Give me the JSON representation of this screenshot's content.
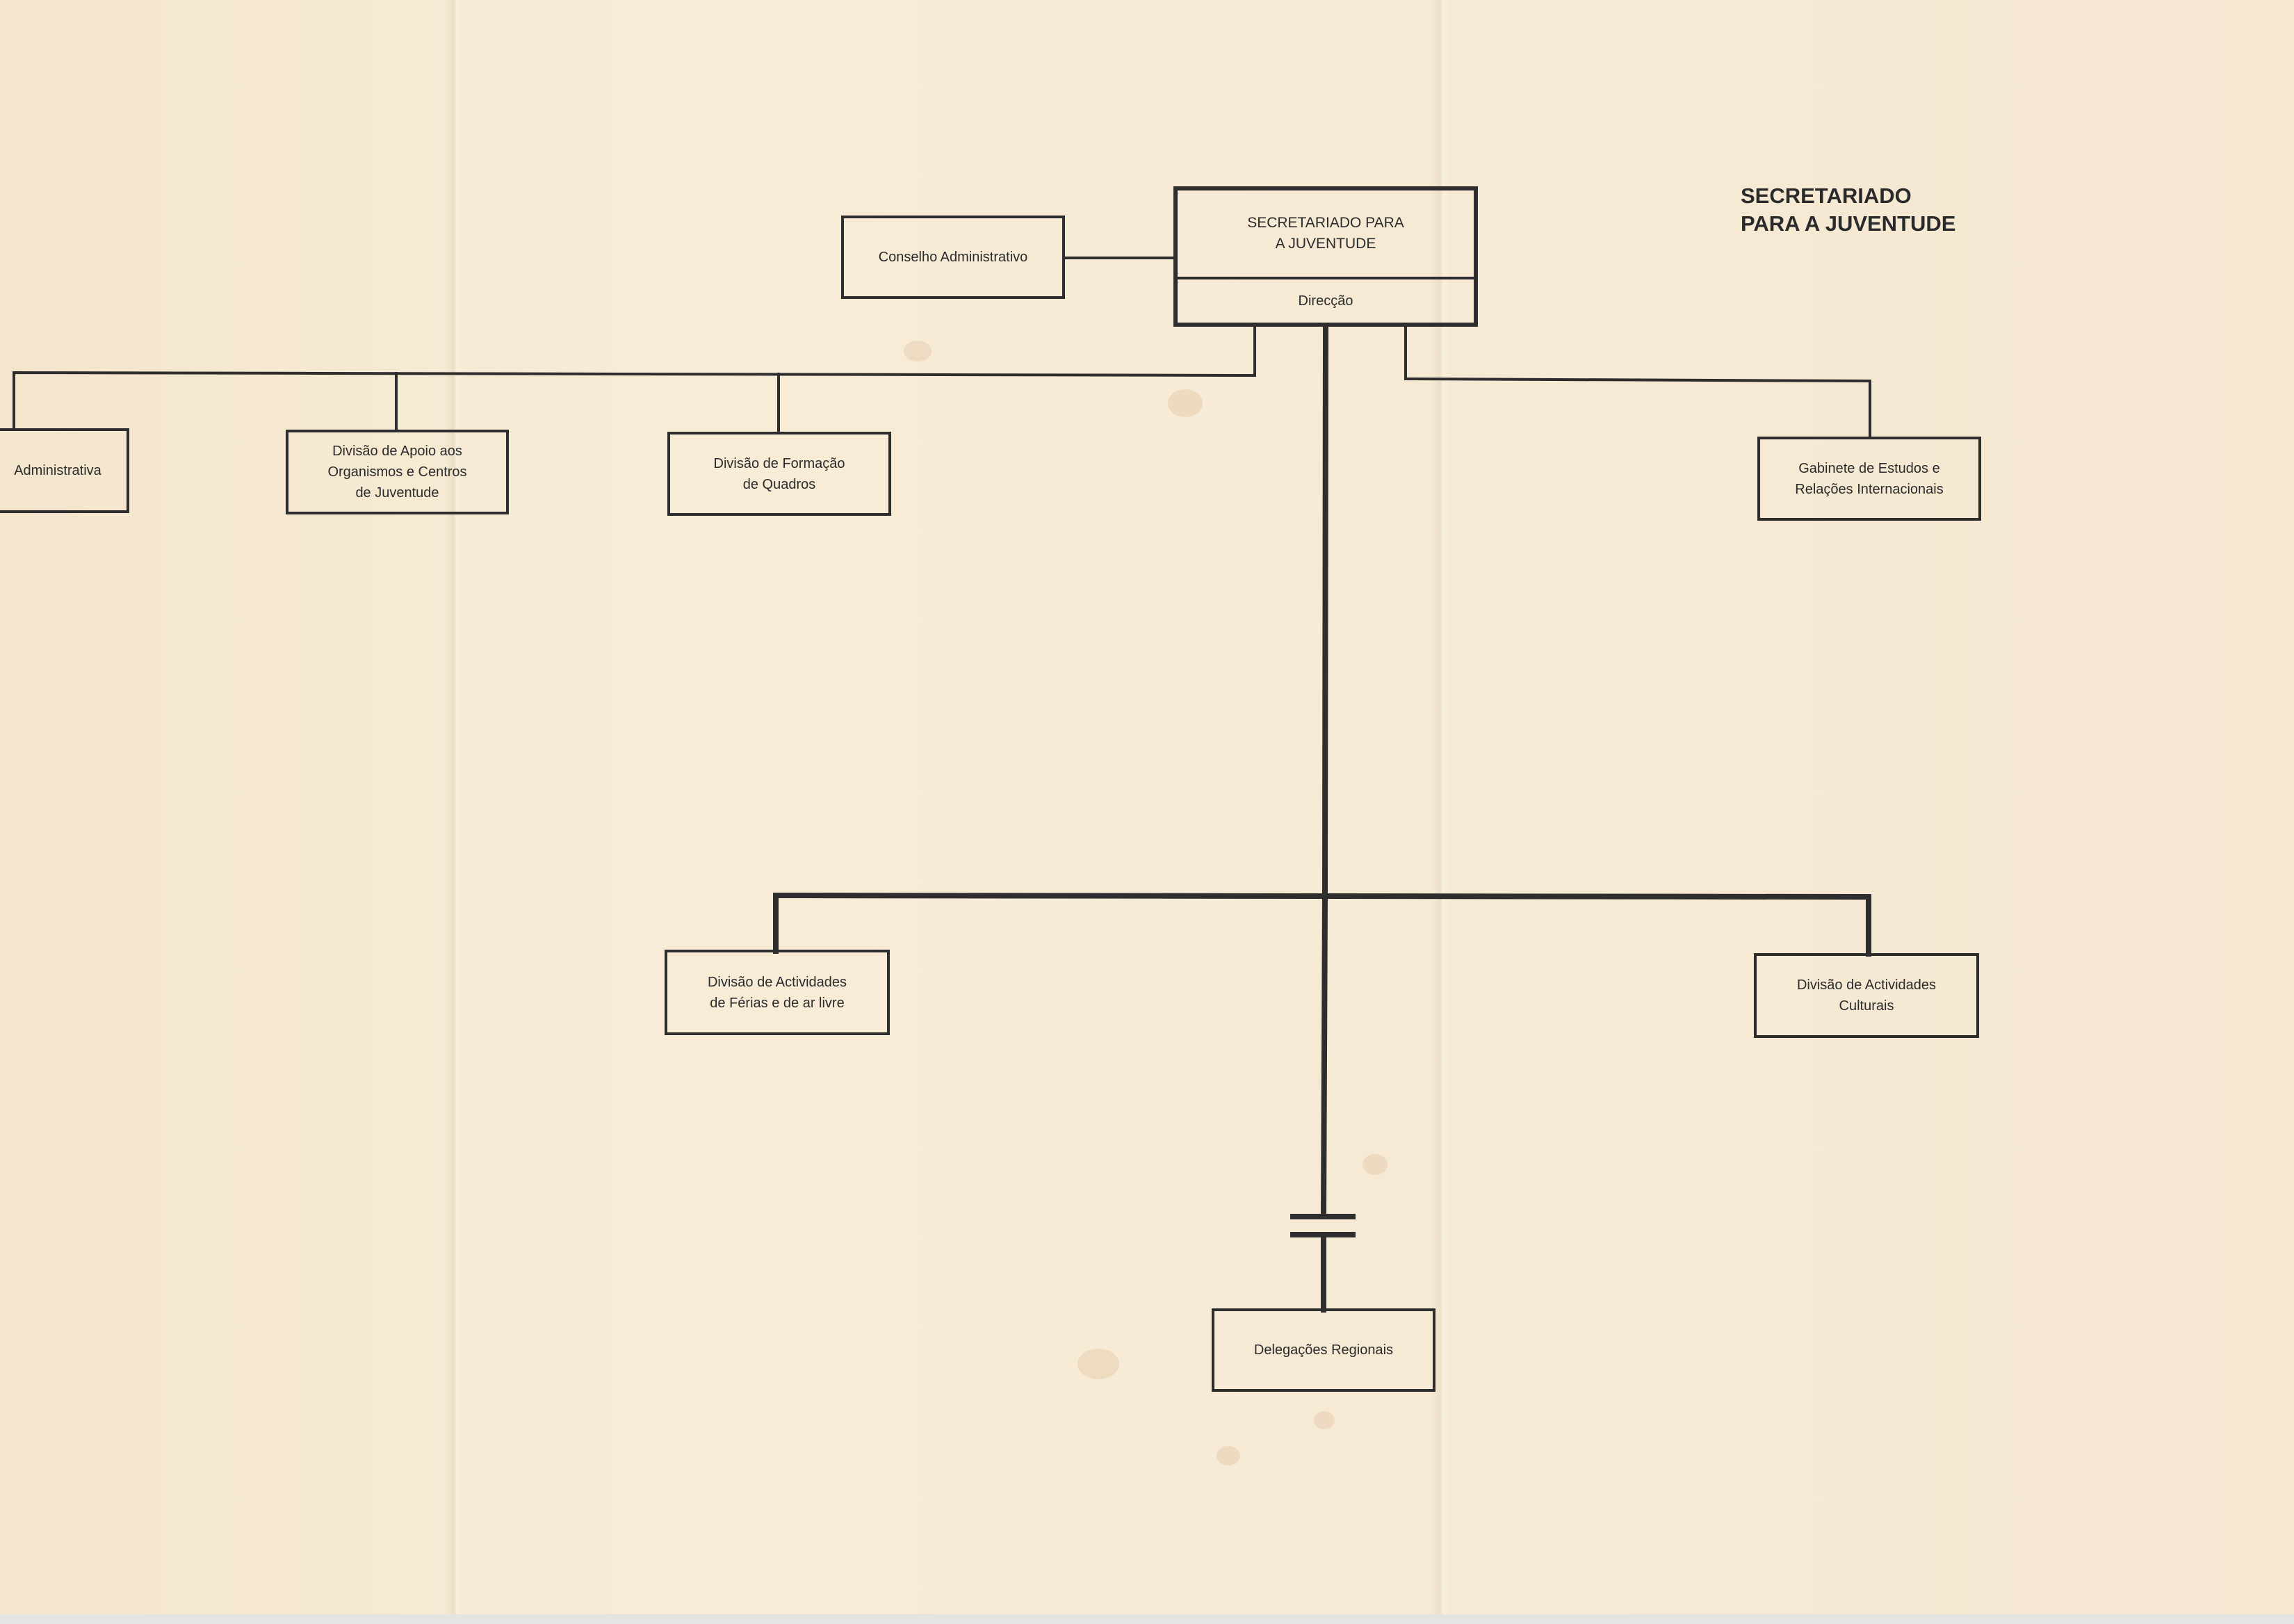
{
  "title": "SECRETARIADO\nPARA  A  JUVENTUDE",
  "root": {
    "name": "SECRETARIADO PARA\nA JUVENTUDE",
    "sub": "Direcção"
  },
  "boxes": {
    "conselho": "Conselho Administrativo",
    "administrativa": "Administrativa",
    "apoio": "Divisão de Apoio aos\nOrganismos e Centros\nde Juventude",
    "formacao": "Divisão de Formação\nde Quadros",
    "gabinete": "Gabinete de Estudos e\nRelações Internacionais",
    "ferias": "Divisão de Actividades\nde Férias e de ar livre",
    "culturais": "Divisão de Actividades\nCulturais",
    "delegacoes": "Delegações Regionais"
  }
}
